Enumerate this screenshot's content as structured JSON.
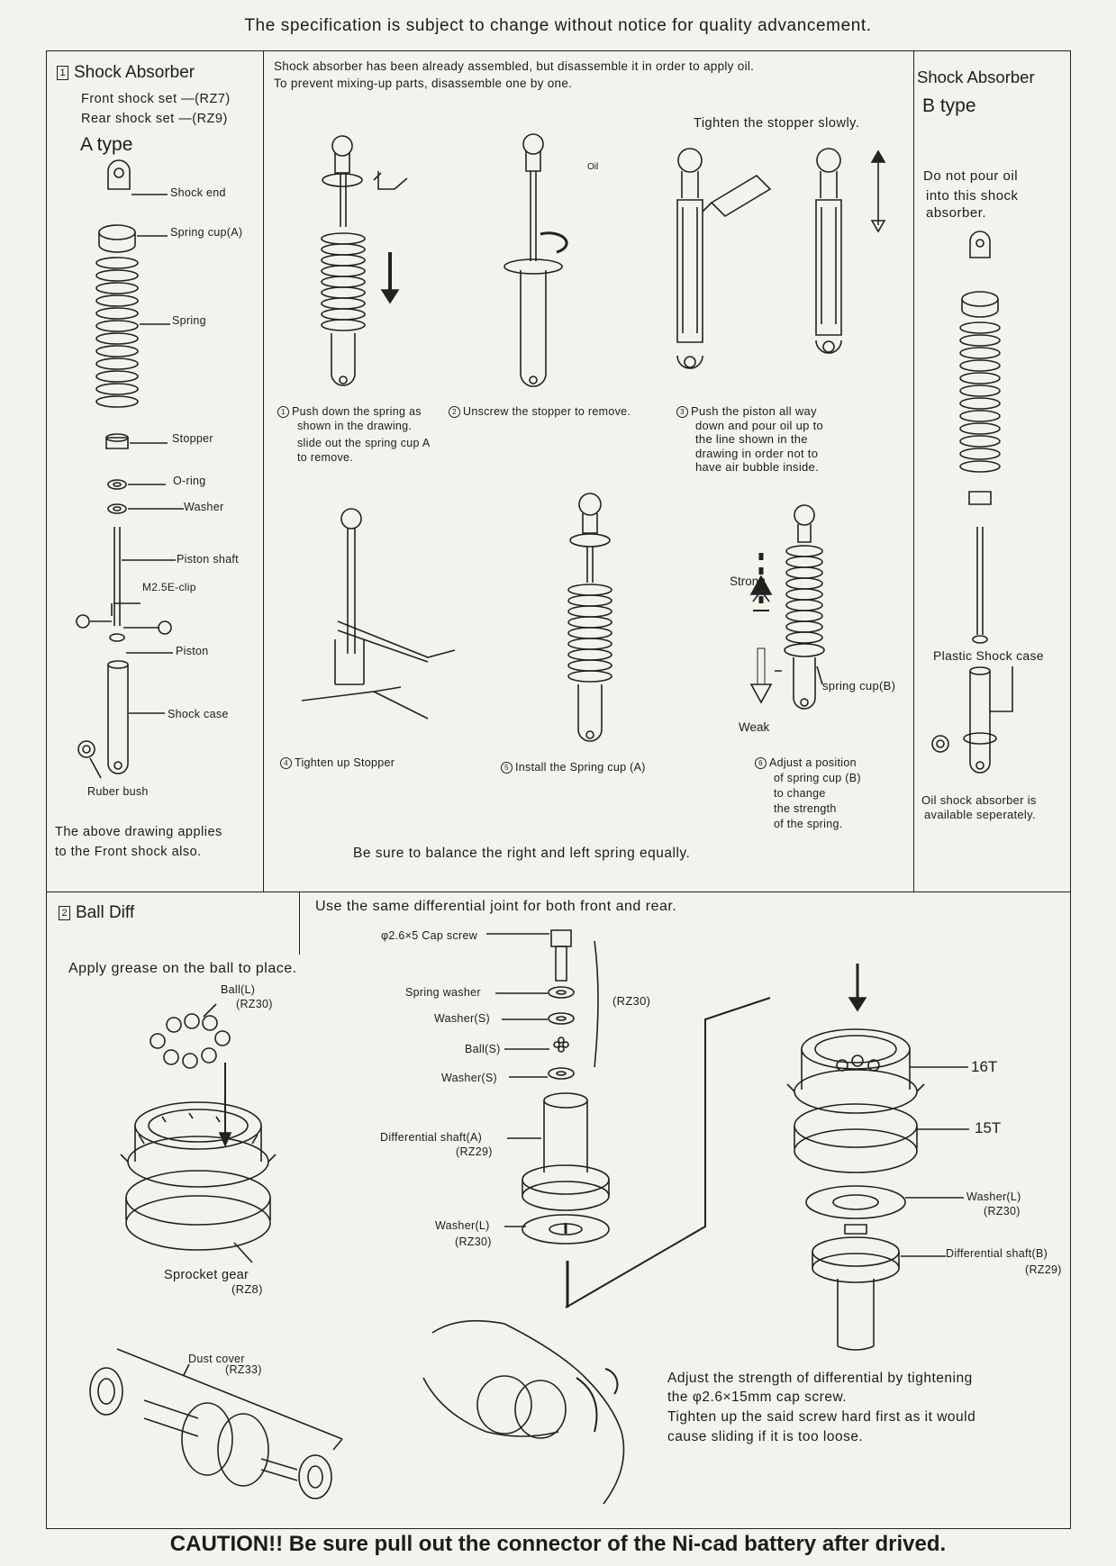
{
  "header": {
    "notice": "The specification is subject to change without notice for quality advancement."
  },
  "shock_section": {
    "number": "1",
    "title": "Shock Absorber",
    "front_set": "Front shock set —(RZ7)",
    "rear_set": "Rear shock set —(RZ9)",
    "a_type": "A type",
    "parts": {
      "shock_end": "Shock end",
      "spring_cup_a": "Spring cup(A)",
      "spring": "Spring",
      "stopper": "Stopper",
      "o_ring": "O-ring",
      "washer": "Washer",
      "piston_shaft": "Piston shaft",
      "e_clip": "M2.5E-clip",
      "piston": "Piston",
      "shock_case": "Shock case",
      "ruber_bush": "Ruber bush"
    },
    "note": [
      "The above drawing applies",
      "to the Front shock also."
    ]
  },
  "assembly": {
    "intro": [
      "Shock absorber has been already assembled, but disassemble it in order to apply oil.",
      "To prevent mixing-up parts, disassemble one by one."
    ],
    "tighten_slowly": "Tighten the stopper slowly.",
    "oil_label": "Oil",
    "step1": {
      "num": "1",
      "lines": [
        "Push down the spring as",
        "shown in the drawing.",
        "slide out the spring cup A",
        "to remove."
      ]
    },
    "step2": {
      "num": "2",
      "text": "Unscrew the stopper to  remove."
    },
    "step3": {
      "num": "3",
      "lines": [
        "Push the piston all way",
        "down and pour oil up to",
        "the line shown in the",
        "drawing in order not to",
        "have air bubble inside."
      ]
    },
    "step4": {
      "num": "4",
      "text": "Tighten up Stopper"
    },
    "step5": {
      "num": "5",
      "text": "Install the Spring cup (A)"
    },
    "step6": {
      "num": "6",
      "lines": [
        "Adjust a position",
        "of spring cup (B)",
        "to change",
        "the strength",
        "of the spring."
      ]
    },
    "strong": "Strong",
    "weak": "Weak",
    "spring_cup_b": "spring cup(B)",
    "balance_note": "Be sure to balance the right and left spring equally."
  },
  "b_type": {
    "title": "Shock Absorber",
    "subtitle": "B type",
    "warning": [
      "Do not pour oil",
      "into this shock",
      "absorber."
    ],
    "plastic_case": "Plastic Shock case",
    "oil_note": [
      "Oil shock absorber is",
      "available seperately."
    ]
  },
  "diff_section": {
    "number": "2",
    "title": "Ball Diff",
    "same_joint": "Use the same differential joint for both front and rear.",
    "apply_grease": "Apply grease on the ball to place.",
    "ball_l": "Ball(L)",
    "rz30_a": "(RZ30)",
    "sprocket": "Sprocket gear",
    "rz8": "(RZ8)",
    "cap_screw": "φ2.6×5 Cap screw",
    "spring_washer": "Spring washer",
    "washer_s1": "Washer(S)",
    "ball_s": "Ball(S)",
    "washer_s2": "Washer(S)",
    "rz30_b": "(RZ30)",
    "diff_shaft_a": "Differential shaft(A)",
    "rz29_a": "(RZ29)",
    "washer_l1": "Washer(L)",
    "rz30_c": "(RZ30)",
    "gear16": "16T",
    "gear15": "15T",
    "washer_l2": "Washer(L)",
    "rz30_d": "(RZ30)",
    "diff_shaft_b": "Differential shaft(B)",
    "rz29_b": "(RZ29)",
    "dust_cover": "Dust cover",
    "rz33": "(RZ33)",
    "adjust": [
      "Adjust the strength of differential by tightening",
      "the φ2.6×15mm cap screw.",
      "Tighten up the said screw hard first as it would",
      "cause sliding if it is too loose."
    ]
  },
  "footer": {
    "caution": "CAUTION!! Be sure pull out the connector of the Ni-cad battery after drived."
  }
}
